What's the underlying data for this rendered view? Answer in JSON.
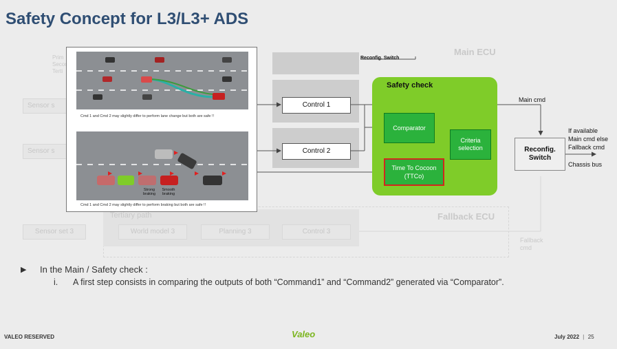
{
  "title": "Safety Concept for L3/L3+ ADS",
  "faded": {
    "main_ecu": "Main ECU",
    "fallback_ecu": "Fallback ECU",
    "tertiary_path": "Tertiary path",
    "sensor_set_3": "Sensor set 3",
    "world_model_3": "World model 3",
    "planning_3": "Planning 3",
    "control_3": "Control 3",
    "fallback_cmd": "Fallback cmd",
    "sensor_a": "Sensor s",
    "sensor_b": "Sensor s",
    "path_primary": "Prim",
    "path_secondary": "Second",
    "path_tertiary": "Terti"
  },
  "diagram": {
    "reconfig_switch_top": "Reconfig. Switch",
    "control_1": "Control 1",
    "control_2": "Control 2",
    "safety_check": "Safety check",
    "comparator": "Comparator",
    "criteria_selection": "Criteria selection",
    "ttc": "Time To Cocoon (TTCo)",
    "main_cmd": "Main cmd",
    "reconfig_switch": "Reconfig. Switch",
    "if_available": "If available\nMain cmd else\nFallback cmd",
    "chassis_bus": "Chassis bus"
  },
  "inset": {
    "caption_top": "Cmd 1 and Cmd 2 may slightly differ to perform lane change but both are safe !!",
    "caption_bottom": "Cmd 1 and Cmd 2 may slightly differ to perform braking but both are safe !!",
    "strong_braking": "Strong braking",
    "smooth_braking": "Smooth braking"
  },
  "body": {
    "bullet": "In the Main / Safety check :",
    "sub_marker": "i.",
    "sub_text": "A first step consists in comparing the outputs of both “Command1” and “Command2” generated via “Comparator”."
  },
  "footer": {
    "left": "VALEO RESERVED",
    "logo": "Valeo",
    "date": "July 2022",
    "separator": "|",
    "page": "25"
  },
  "colors": {
    "title": "#2f4e73",
    "safety_green": "#7fcc29",
    "box_green": "#2bb23c",
    "ttc_border": "#d2261d",
    "logo_green": "#7bb51e"
  }
}
